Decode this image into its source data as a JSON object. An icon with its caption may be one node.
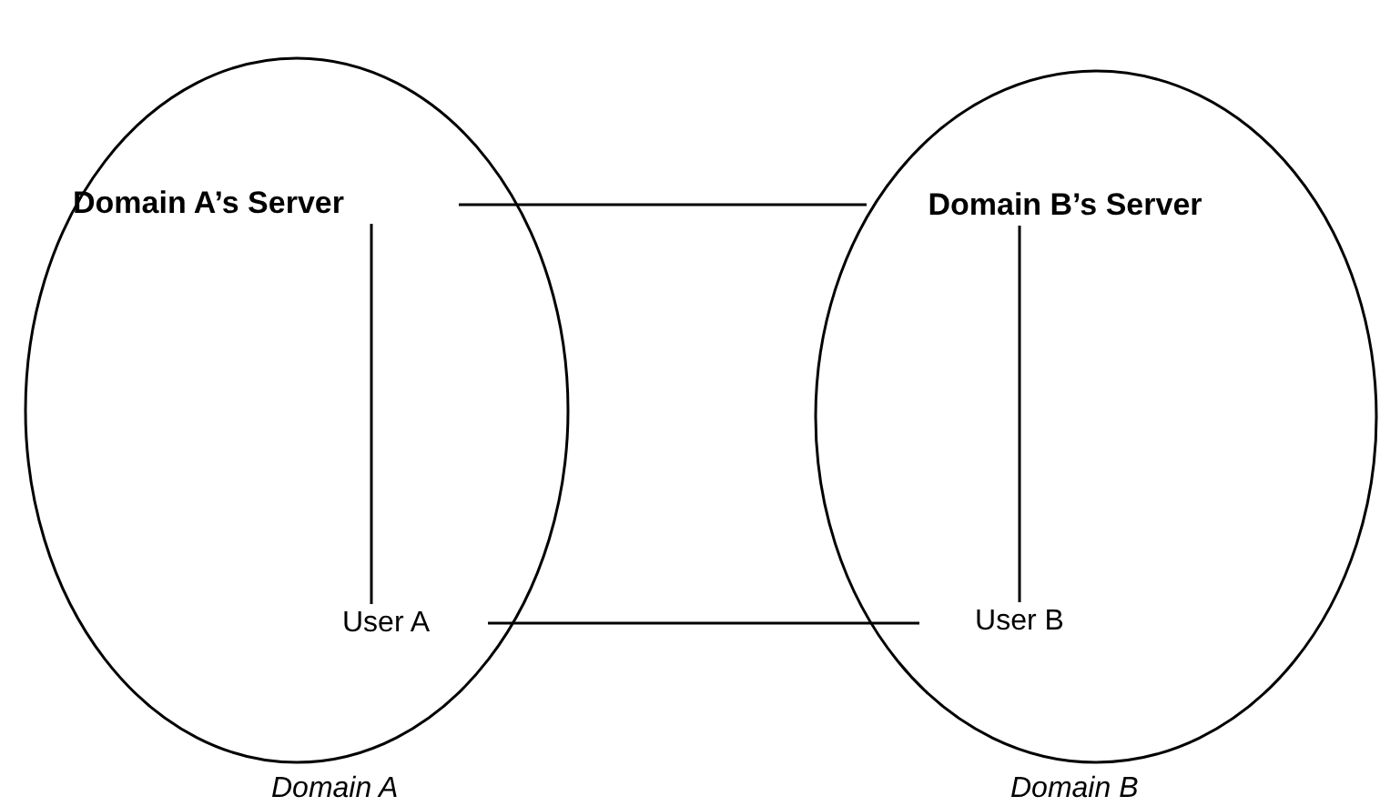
{
  "diagram": {
    "nodes": [
      {
        "text": [
          "Domain A"
        ]
      },
      {
        "text": [
          "Domain A’s Server"
        ],
        "in": 0
      },
      {
        "text": [
          "User A"
        ],
        "in": 0
      },
      {
        "text": [
          "Domain B"
        ]
      },
      {
        "text": [
          "Domain B’s Server"
        ],
        "in": 3
      },
      {
        "text": [
          "User B"
        ],
        "in": 3
      }
    ],
    "edges": [
      {
        "from": 1,
        "to": 4,
        "arrow": "none"
      },
      {
        "from": 1,
        "to": 2,
        "arrow": "none"
      },
      {
        "from": 4,
        "to": 5,
        "arrow": "none"
      },
      {
        "from": 2,
        "to": 5,
        "arrow": "none"
      }
    ]
  }
}
